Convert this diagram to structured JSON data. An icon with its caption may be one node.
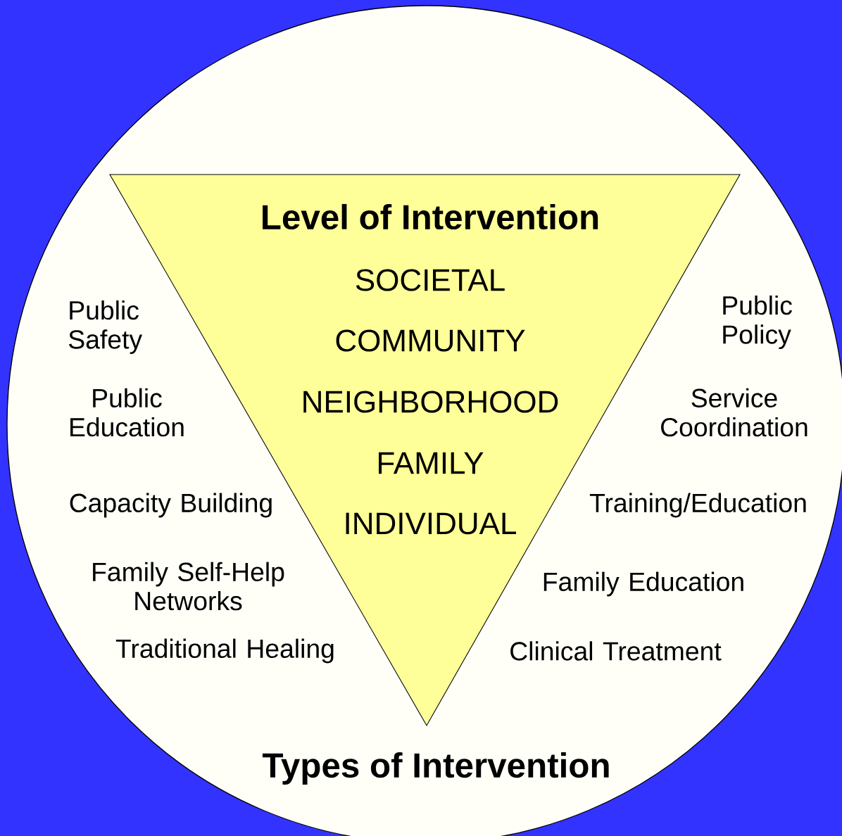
{
  "diagram": {
    "nodes": [
      {
        "text": [
          "Types of Intervention"
        ]
      },
      {
        "text": [
          "Level of Intervention",
          "SOCIETAL",
          "COMMUNITY",
          "NEIGHBORHOOD",
          "FAMILY",
          "INDIVIDUAL"
        ],
        "in": 0
      }
    ],
    "labels": [
      "Public Safety",
      "Public Policy",
      "Public Education",
      "Service Coordination",
      "Capacity Building",
      "Training/Education",
      "Family Self-Help Networks",
      "Family Education",
      "Traditional Healing",
      "Clinical Treatment"
    ]
  }
}
